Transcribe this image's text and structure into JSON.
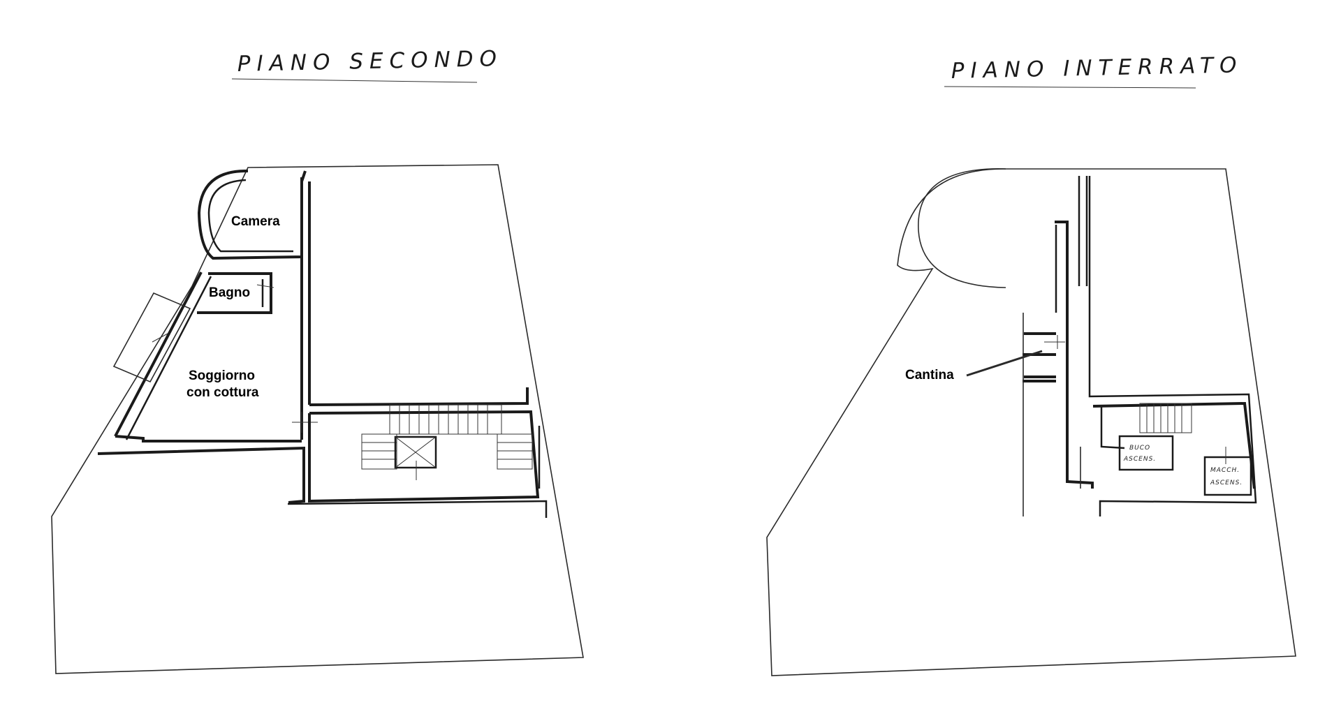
{
  "plans": [
    {
      "title": "PIANO SECONDO",
      "rooms": [
        "Camera",
        "Bagno",
        "Soggiorno",
        "con cottura"
      ]
    },
    {
      "title": "PIANO INTERRATO",
      "rooms": [
        "Cantina"
      ],
      "notes": [
        "BUCO",
        "ASCENS.",
        "MACCH.",
        "ASCENS."
      ]
    }
  ]
}
